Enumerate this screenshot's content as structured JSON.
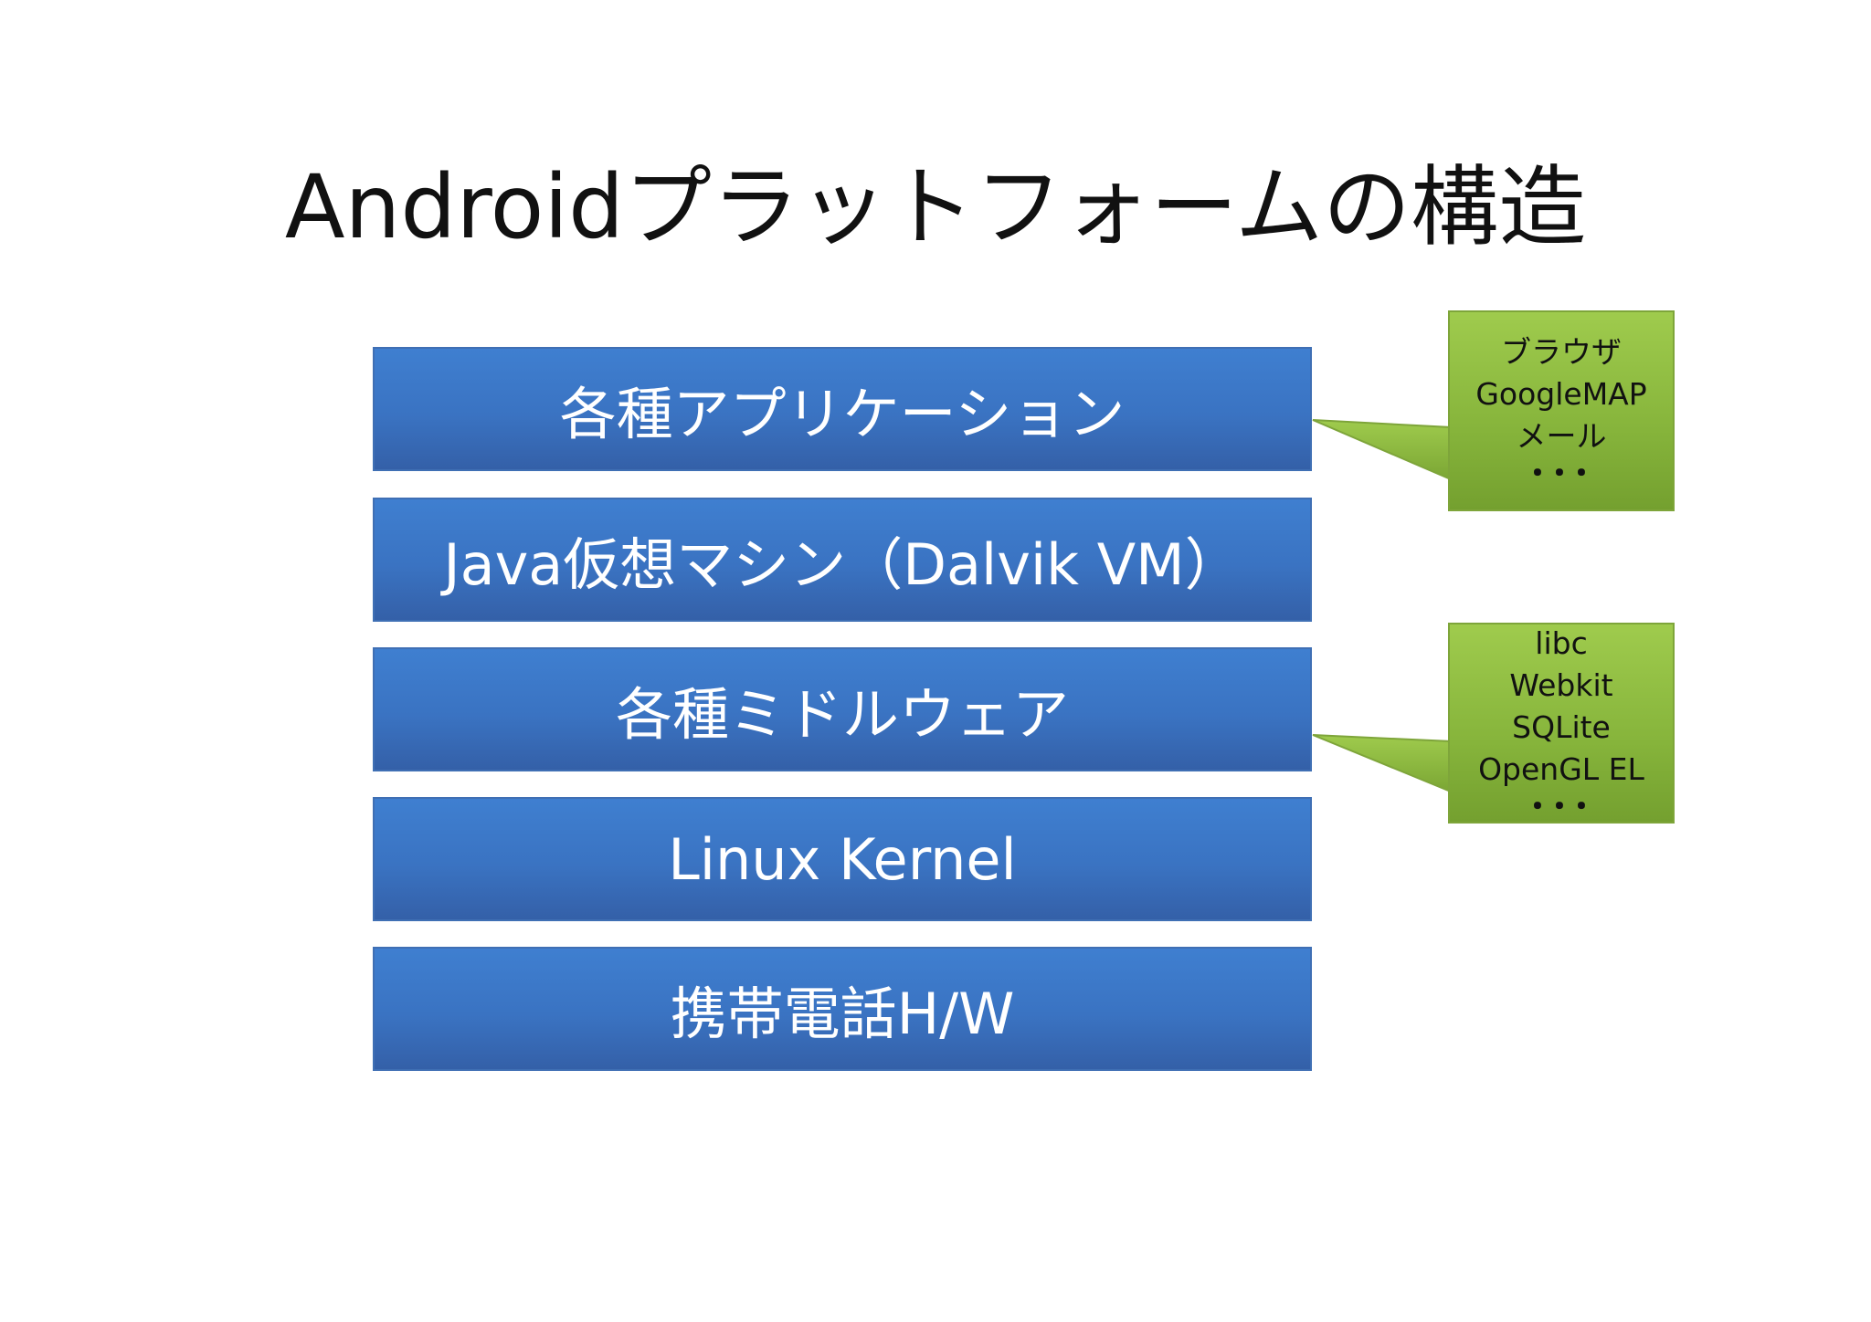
{
  "title": "Androidプラットフォームの構造",
  "layers": [
    {
      "label": "各種アプリケーション"
    },
    {
      "label": "Java仮想マシン（Dalvik VM）"
    },
    {
      "label": "各種ミドルウェア"
    },
    {
      "label": "Linux Kernel"
    },
    {
      "label": "携帯電話H/W"
    }
  ],
  "callouts": {
    "apps": {
      "items": [
        "ブラウザ",
        "GoogleMAP",
        "メール"
      ],
      "ellipsis": "･･･"
    },
    "middleware": {
      "items": [
        "libc",
        "Webkit",
        "SQLite",
        "OpenGL EL"
      ],
      "ellipsis": "･･･"
    }
  },
  "colors": {
    "layer_blue": "#3a73c2",
    "callout_green": "#8fbf45"
  }
}
